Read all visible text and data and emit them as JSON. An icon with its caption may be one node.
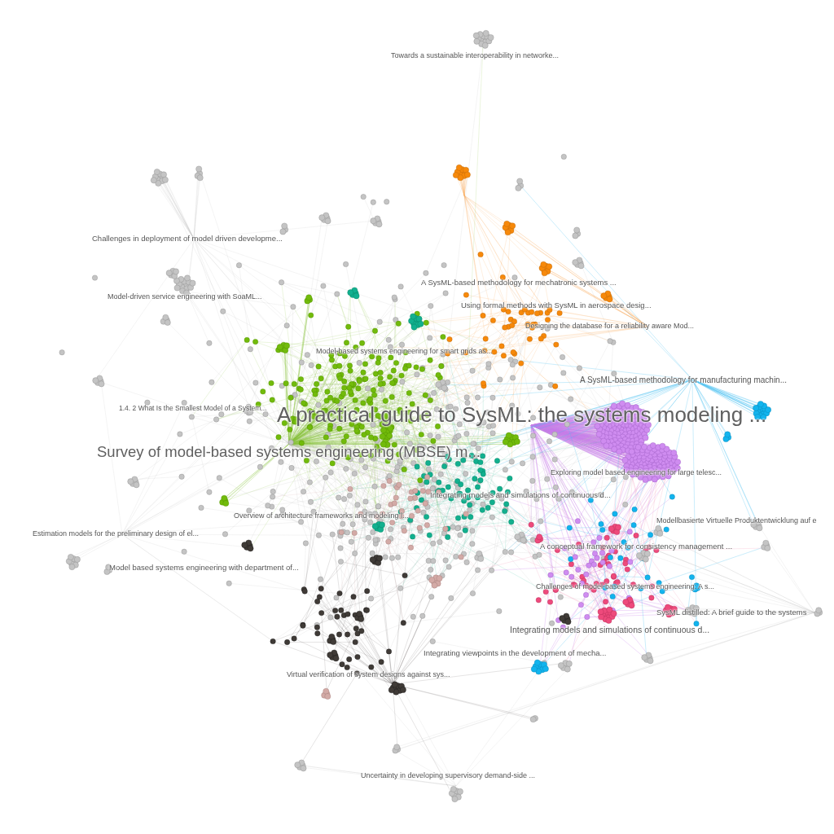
{
  "diagram": {
    "nodes": [
      {
        "text": [
          "Towards a sustainable interoperability in networke..."
        ]
      },
      {
        "text": [
          "Challenges in deployment of model driven developme..."
        ]
      },
      {
        "text": [
          "A SysML-based methodology for mechatronic systems ..."
        ]
      },
      {
        "text": [
          "Model-driven service engineering with SoaML..."
        ]
      },
      {
        "text": [
          "Using formal methods with SysML in aerospace desig..."
        ]
      },
      {
        "text": [
          "Designing the database for a reliability aware Mod..."
        ]
      },
      {
        "text": [
          "Model-based systems engineering for smart grids as..."
        ]
      },
      {
        "text": [
          "A SysML-based methodology for manufacturing machin..."
        ]
      },
      {
        "text": [
          "1.4. 2 What Is the Smallest Model of a System..."
        ]
      },
      {
        "text": [
          "A practical guide to SysML: the systems modeling ..."
        ]
      },
      {
        "text": [
          "Survey of model-based systems engineering (MBSE) m..."
        ]
      },
      {
        "text": [
          "Exploring model based engineering for large telesc..."
        ]
      },
      {
        "text": [
          "Integrating models and simulations of continuous d..."
        ]
      },
      {
        "text": [
          "Overview of architecture frameworks and modeling l..."
        ]
      },
      {
        "text": [
          "Modellbasierte Virtuelle Produktentwicklung auf e"
        ]
      },
      {
        "text": [
          "Estimation models for the preliminary design of el..."
        ]
      },
      {
        "text": [
          "A conceptual framework for consistency management ..."
        ]
      },
      {
        "text": [
          "Model based systems engineering with department of..."
        ]
      },
      {
        "text": [
          "Challenges of model-based systems engineering: A s..."
        ]
      },
      {
        "text": [
          "SysML distilled: A brief guide to the systems"
        ]
      },
      {
        "text": [
          "Integrating models and simulations of continuous d..."
        ]
      },
      {
        "text": [
          "Integrating viewpoints in the development of mecha..."
        ]
      },
      {
        "text": [
          "Virtual verification of system designs against sys..."
        ]
      },
      {
        "text": [
          "Uncertainty in developing supervisory demand-side ..."
        ]
      }
    ]
  }
}
